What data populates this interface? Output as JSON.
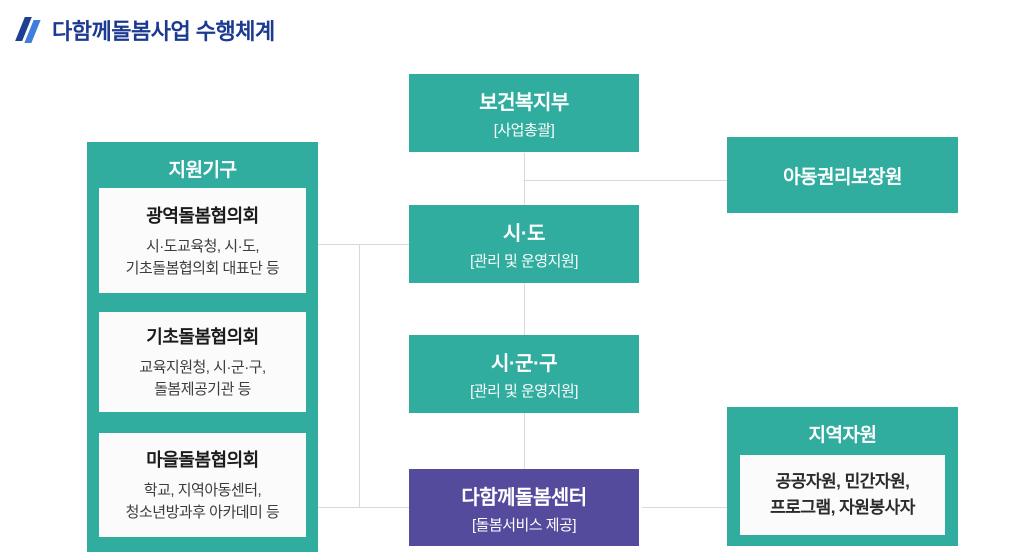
{
  "title": {
    "text": "다함께돌봄사업 수행체계"
  },
  "colors": {
    "teal": "#31ada0",
    "purple": "#544b9d",
    "title_navy": "#1c3a91",
    "icon_dark_blue": "#1d3e92",
    "icon_light_blue": "#3d7ede",
    "connector_gray": "#d8d8d8",
    "inner_box_bg": "#fbfbfb"
  },
  "nodes": {
    "mohw": {
      "title": "보건복지부",
      "subtitle": "[사업총괄]"
    },
    "sido": {
      "title": "시·도",
      "subtitle": "[관리 및 운영지원]"
    },
    "sigungu": {
      "title": "시·군·구",
      "subtitle": "[관리 및 운영지원]"
    },
    "center": {
      "title": "다함께돌봄센터",
      "subtitle": "[돌봄서비스 제공]"
    }
  },
  "support": {
    "header": "지원기구",
    "items": [
      {
        "title": "광역돌봄협의회",
        "desc1": "시·도교육청, 시·도,",
        "desc2": "기초돌봄협의회 대표단 등"
      },
      {
        "title": "기초돌봄협의회",
        "desc1": "교육지원청, 시·군·구,",
        "desc2": "돌봄제공기관 등"
      },
      {
        "title": "마을돌봄협의회",
        "desc1": "학교, 지역아동센터,",
        "desc2": "청소년방과후 아카데미 등"
      }
    ]
  },
  "right": {
    "ncrc": {
      "title": "아동권리보장원"
    },
    "local": {
      "header": "지역자원",
      "desc1": "공공자원, 민간자원,",
      "desc2": "프로그램, 자원봉사자"
    }
  }
}
